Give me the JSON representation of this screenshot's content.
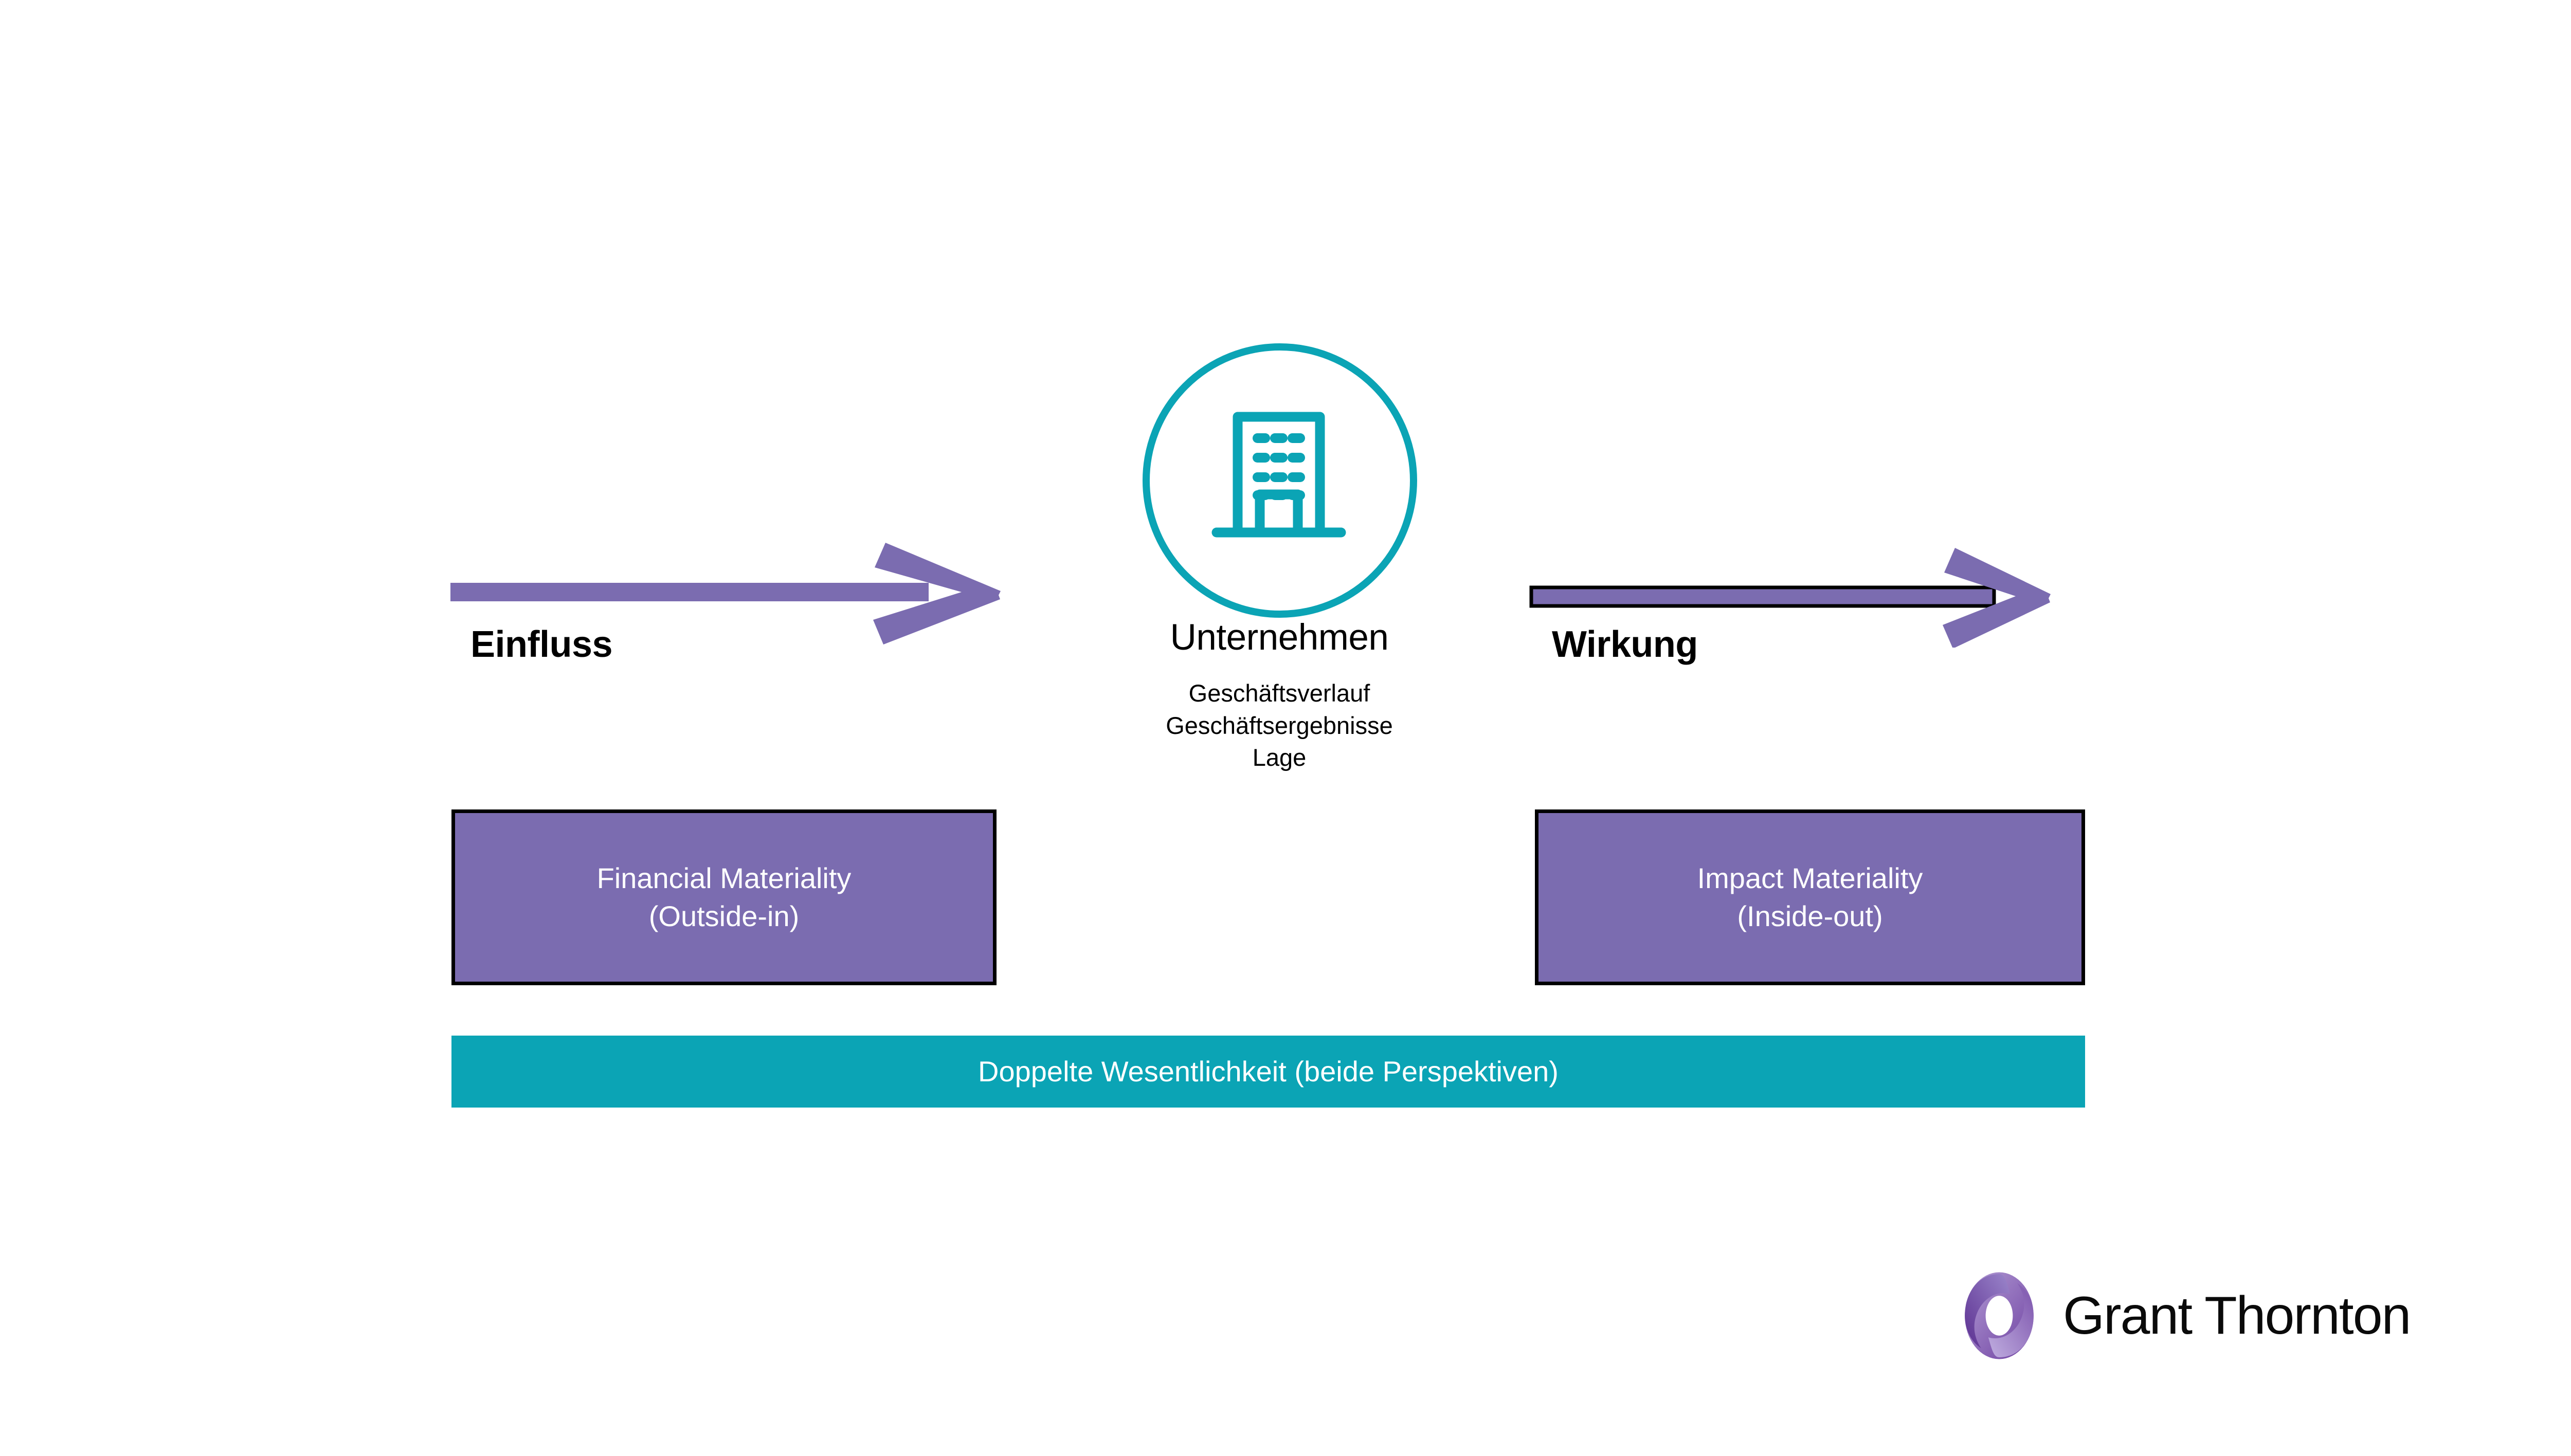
{
  "slide": {
    "title_implicit": "Doppelte Wesentlichkeit",
    "background_color": "#ffffff"
  },
  "colors": {
    "purple": "#7b6cb0",
    "teal": "#0ba4b5",
    "text_dark": "#000000",
    "text_light": "#ffffff"
  },
  "center_node": {
    "icon": "office-building-icon",
    "title": "Unternehmen",
    "subtitle_lines": [
      "Geschäftsverlauf",
      "Geschäftsergebnisse",
      "Lage"
    ]
  },
  "arrows": {
    "left": {
      "label": "Einfluss",
      "direction": "right",
      "color": "#7b6cb0",
      "outlined": false
    },
    "right": {
      "label": "Wirkung",
      "direction": "right",
      "color": "#7b6cb0",
      "outlined": true
    }
  },
  "boxes": [
    {
      "name": "financial-materiality",
      "line1": "Financial Materiality",
      "line2": "(Outside-in)",
      "fill": "#7b6cb0"
    },
    {
      "name": "impact-materiality",
      "line1": "Impact Materiality",
      "line2": "(Inside-out)",
      "fill": "#7b6cb0"
    }
  ],
  "banner": {
    "label": "Doppelte Wesentlichkeit (beide Perspektiven)",
    "fill": "#0ba4b5"
  },
  "logo": {
    "mark": "grant-thornton-mobius-icon",
    "word_primary": "Grant",
    "word_secondary": "Thornton",
    "full_text": "Grant Thornton"
  }
}
